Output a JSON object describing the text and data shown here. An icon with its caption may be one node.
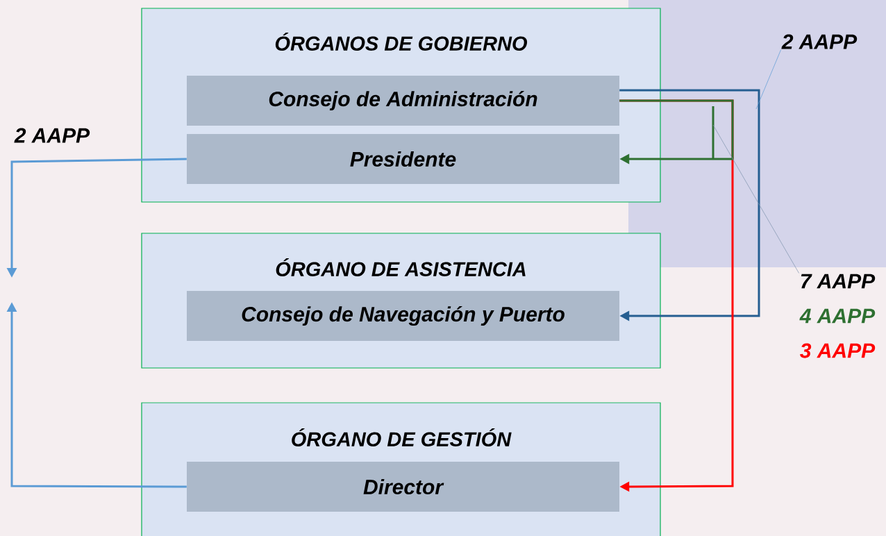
{
  "diagram": {
    "nodes": [
      {
        "text": [
          "ÓRGANOS DE GOBIERNO"
        ]
      },
      {
        "text": [
          "Consejo de Administración"
        ],
        "in": 0
      },
      {
        "text": [
          "Presidente"
        ],
        "in": 0
      },
      {
        "text": [
          "ÓRGANO DE ASISTENCIA"
        ]
      },
      {
        "text": [
          "Consejo de Navegación y Puerto"
        ],
        "in": 3
      },
      {
        "text": [
          "ÓRGANO DE GESTIÓN"
        ]
      },
      {
        "text": [
          "Director"
        ],
        "in": 5
      },
      {
        "text": [
          "2 AAPP"
        ]
      },
      {
        "text": [
          "7 AAPP"
        ]
      }
    ],
    "edges": [
      {
        "from": 2,
        "to": null,
        "arrow": "to",
        "color": "#5b9bd5"
      },
      {
        "from": 6,
        "to": null,
        "arrow": "to",
        "color": "#5b9bd5"
      },
      {
        "from": 1,
        "to": 4,
        "arrow": "to",
        "color": "#255e91"
      },
      {
        "from": 1,
        "to": 6,
        "arrow": "to",
        "color": "#ff0000"
      },
      {
        "from": 1,
        "to": 2,
        "arrow": "to",
        "color": "#2e7031"
      },
      {
        "from": 7,
        "to": null,
        "arrow": "none",
        "color": "#5b9bd5"
      },
      {
        "from": 8,
        "to": null,
        "arrow": "none",
        "color": "#7f93ad"
      }
    ],
    "labels": [
      "2 AAPP",
      "4 AAPP",
      "3 AAPP"
    ]
  }
}
